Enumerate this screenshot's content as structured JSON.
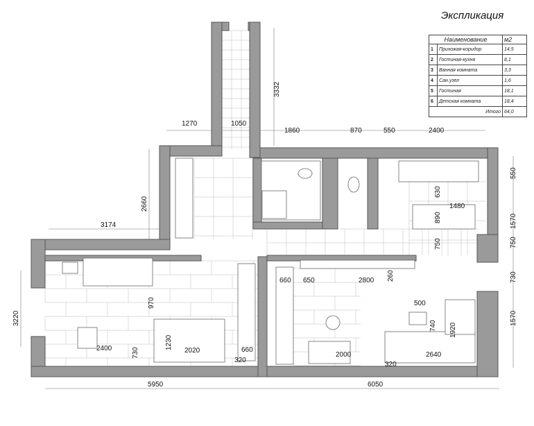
{
  "explication": {
    "title": "Экспликация",
    "header": {
      "name": "Наименование",
      "unit": "м2"
    },
    "rows": [
      {
        "n": "1",
        "name": "Прихожая-коридор",
        "area": "14,5"
      },
      {
        "n": "2",
        "name": "Гостиная-кухня",
        "area": "8,1"
      },
      {
        "n": "3",
        "name": "Ванная комната",
        "area": "3,3"
      },
      {
        "n": "4",
        "name": "Сан.узел",
        "area": "1,6"
      },
      {
        "n": "5",
        "name": "Гостиная",
        "area": "18,1"
      },
      {
        "n": "6",
        "name": "Детская комната",
        "area": "18,4"
      }
    ],
    "total_label": "Итого",
    "total": "64,0"
  },
  "dimensions": {
    "d3332": "3332",
    "d1270": "1270",
    "d1050": "1050",
    "d1860": "1860",
    "d870": "870",
    "d550top": "550",
    "d2400top": "2400",
    "d2660": "2660",
    "d3174": "3174",
    "d550r": "550",
    "d1570r1": "1570",
    "d750r": "750",
    "d730r": "730",
    "d1570r2": "1570",
    "d3220": "3220",
    "d630": "630",
    "d1480": "1480",
    "d890": "890",
    "d750k": "750",
    "d660a": "660",
    "d650": "650",
    "d2800": "2800",
    "d260": "260",
    "d500": "500",
    "d740": "740",
    "d1920": "1920",
    "d2000": "2000",
    "d2640": "2640",
    "d320b": "320",
    "d970": "970",
    "d2400": "2400",
    "d730": "730",
    "d1230": "1230",
    "d2020": "2020",
    "d660b": "660",
    "d320a": "320",
    "d5950": "5950",
    "d6050": "6050"
  }
}
